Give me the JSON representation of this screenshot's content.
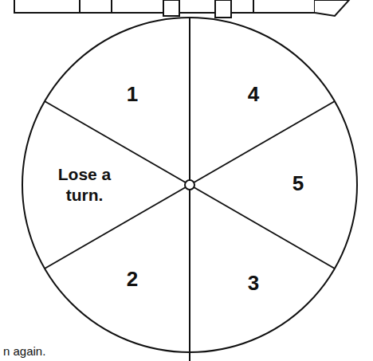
{
  "diagram": {
    "labels": [
      "1",
      "4",
      "Lose a turn.",
      "5",
      "2",
      "3",
      "n again."
    ]
  }
}
